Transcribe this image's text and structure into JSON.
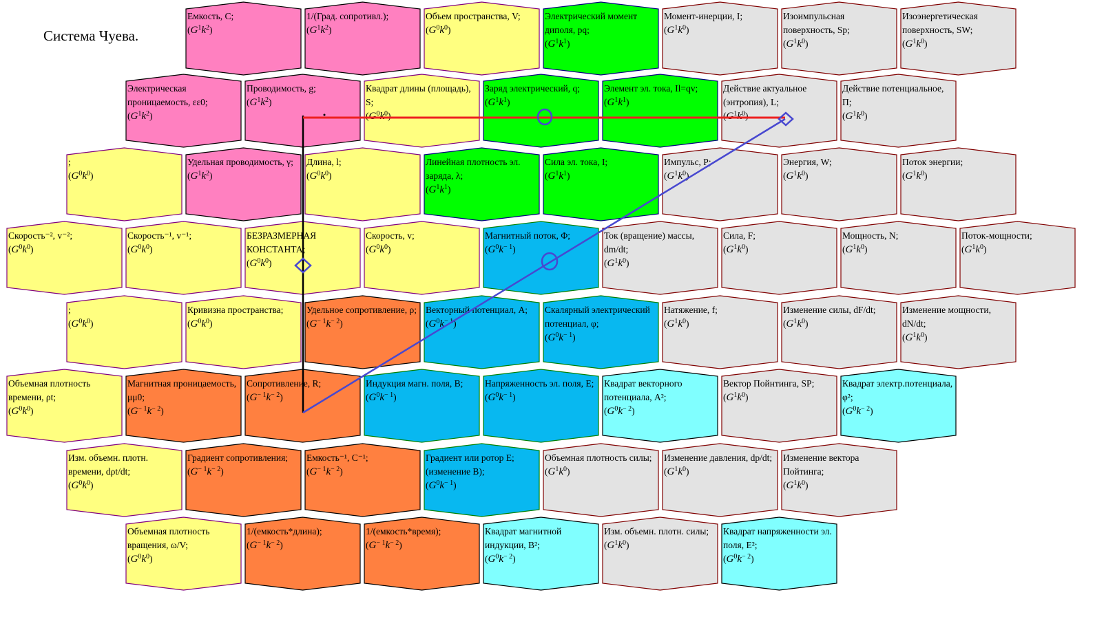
{
  "title": "Система Чуева.",
  "palette": {
    "pink": {
      "fill": "#ff80c0",
      "stroke": "#000000"
    },
    "yellow": {
      "fill": "#ffff80",
      "stroke": "#800080"
    },
    "green": {
      "fill": "#00ff00",
      "stroke": "#000080"
    },
    "gray": {
      "fill": "#e3e3e3",
      "stroke": "#800000"
    },
    "blue": {
      "fill": "#08b8f0",
      "stroke": "#008000"
    },
    "cyan": {
      "fill": "#80ffff",
      "stroke": "#000000"
    },
    "orange": {
      "fill": "#ff8040",
      "stroke": "#000000"
    }
  },
  "rows": [
    [
      {
        "label": "Емкость, C;",
        "G": "1",
        "k": "2",
        "color": "pink"
      },
      {
        "label": "1/(Град. сопротивл.);",
        "G": "1",
        "k": "2",
        "color": "pink"
      },
      {
        "label": "Объем пространства, V;",
        "G": "0",
        "k": "0",
        "color": "yellow"
      },
      {
        "label": "Электрический момент диполя, pq;",
        "G": "1",
        "k": "1",
        "color": "green"
      },
      {
        "label": "Момент-инерции, I;",
        "G": "1",
        "k": "0",
        "color": "gray"
      },
      {
        "label": "Изоимпульсная поверхность, Sp;",
        "G": "1",
        "k": "0",
        "color": "gray"
      },
      {
        "label": "Изоэнергетическая поверхность, SW;",
        "G": "1",
        "k": "0",
        "color": "gray"
      }
    ],
    [
      {
        "label": "Электрическая проницаемость, εε0;",
        "G": "1",
        "k": "2",
        "color": "pink"
      },
      {
        "label": "Проводимость, g;",
        "G": "1",
        "k": "2",
        "color": "pink"
      },
      {
        "label": "Квадрат длины (площадь), S;",
        "G": "0",
        "k": "0",
        "color": "yellow"
      },
      {
        "label": "Заряд электрический, q;",
        "G": "1",
        "k": "1",
        "color": "green"
      },
      {
        "label": "Элемент эл. тока, Il=qv;",
        "G": "1",
        "k": "1",
        "color": "green"
      },
      {
        "label": "Действие актуальное (энтропия), L;",
        "G": "1",
        "k": "0",
        "color": "gray"
      },
      {
        "label": "Действие потенциальное, П;",
        "G": "1",
        "k": "0",
        "color": "gray"
      }
    ],
    [
      {
        "label": ";",
        "G": "0",
        "k": "0",
        "color": "yellow"
      },
      {
        "label": "Удельная проводимость, γ;",
        "G": "1",
        "k": "2",
        "color": "pink"
      },
      {
        "label": "Длина, l;",
        "G": "0",
        "k": "0",
        "color": "yellow"
      },
      {
        "label": "Линейная плотность эл. заряда, λ;",
        "G": "1",
        "k": "1",
        "color": "green"
      },
      {
        "label": "Сила эл. тока, I;",
        "G": "1",
        "k": "1",
        "color": "green"
      },
      {
        "label": "Импульс, P;",
        "G": "1",
        "k": "0",
        "color": "gray"
      },
      {
        "label": "Энергия, W;",
        "G": "1",
        "k": "0",
        "color": "gray"
      },
      {
        "label": "Поток энергии;",
        "G": "1",
        "k": "0",
        "color": "gray"
      }
    ],
    [
      {
        "label": "Скорость⁻², v⁻²;",
        "G": "0",
        "k": "0",
        "color": "yellow"
      },
      {
        "label": "Скорость⁻¹, v⁻¹;",
        "G": "0",
        "k": "0",
        "color": "yellow"
      },
      {
        "label": "БЕЗРАЗМЕРНАЯ КОНСТАНТА;",
        "G": "0",
        "k": "0",
        "color": "yellow"
      },
      {
        "label": "Скорость, v;",
        "G": "0",
        "k": "0",
        "color": "yellow"
      },
      {
        "label": "Магнитный поток, Φ;",
        "G": "0",
        "k": "− 1",
        "color": "blue"
      },
      {
        "label": "Ток (вращение) массы, dm/dt;",
        "G": "1",
        "k": "0",
        "color": "gray"
      },
      {
        "label": "Сила, F;",
        "G": "1",
        "k": "0",
        "color": "gray"
      },
      {
        "label": "Мощность, N;",
        "G": "1",
        "k": "0",
        "color": "gray"
      },
      {
        "label": "Поток-мощности;",
        "G": "1",
        "k": "0",
        "color": "gray"
      }
    ],
    [
      {
        "label": ";",
        "G": "0",
        "k": "0",
        "color": "yellow"
      },
      {
        "label": "Кривизна пространства;",
        "G": "0",
        "k": "0",
        "color": "yellow"
      },
      {
        "label": "Удельное сопротивление, ρ;",
        "G": "− 1",
        "k": "− 2",
        "color": "orange"
      },
      {
        "label": "Векторный потенциал, A;",
        "G": "0",
        "k": "− 1",
        "color": "blue"
      },
      {
        "label": "Скалярный электрический потенциал, φ;",
        "G": "0",
        "k": "− 1",
        "color": "blue"
      },
      {
        "label": "Натяжение, f;",
        "G": "1",
        "k": "0",
        "color": "gray"
      },
      {
        "label": "Изменение силы, dF/dt;",
        "G": "1",
        "k": "0",
        "color": "gray"
      },
      {
        "label": "Изменение мощности, dN/dt;",
        "G": "1",
        "k": "0",
        "color": "gray"
      }
    ],
    [
      {
        "label": "Объемная плотность времени, ρt;",
        "G": "0",
        "k": "0",
        "color": "yellow"
      },
      {
        "label": "Магнитная проницаемость, μμ0;",
        "G": "− 1",
        "k": "− 2",
        "color": "orange"
      },
      {
        "label": "Сопротивление, R;",
        "G": "− 1",
        "k": "− 2",
        "color": "orange"
      },
      {
        "label": "Индукция магн. поля, B;",
        "G": "0",
        "k": "− 1",
        "color": "blue"
      },
      {
        "label": "Напряженность эл. поля, E;",
        "G": "0",
        "k": "− 1",
        "color": "blue"
      },
      {
        "label": "Квадрат векторного потенциала, A²;",
        "G": "0",
        "k": "− 2",
        "color": "cyan"
      },
      {
        "label": "Вектор Пойнтинга, SP;",
        "G": "1",
        "k": "0",
        "color": "gray"
      },
      {
        "label": "Квадрат электр.потенциала, φ²;",
        "G": "0",
        "k": "− 2",
        "color": "cyan"
      }
    ],
    [
      {
        "label": "Изм. объемн. плотн. времени, dρt/dt;",
        "G": "0",
        "k": "0",
        "color": "yellow"
      },
      {
        "label": "Градиент сопротивления;",
        "G": "− 1",
        "k": "− 2",
        "color": "orange"
      },
      {
        "label": "Емкость⁻¹, C⁻¹;",
        "G": "− 1",
        "k": "− 2",
        "color": "orange"
      },
      {
        "label": "Градиент или ротор E; (изменение B);",
        "G": "0",
        "k": "− 1",
        "color": "blue"
      },
      {
        "label": "Объемная плотность силы;",
        "G": "1",
        "k": "0",
        "color": "gray"
      },
      {
        "label": "Изменение давления, dp/dt;",
        "G": "1",
        "k": "0",
        "color": "gray"
      },
      {
        "label": "Изменение вектора Пойтинга;",
        "G": "1",
        "k": "0",
        "color": "gray"
      }
    ],
    [
      {
        "label": "Объемная плотность вращения, ω/V;",
        "G": "0",
        "k": "0",
        "color": "yellow"
      },
      {
        "label": "1/(емкость*длина);",
        "G": "− 1",
        "k": "− 2",
        "color": "orange"
      },
      {
        "label": "1/(емкость*время);",
        "G": "− 1",
        "k": "− 2",
        "color": "orange"
      },
      {
        "label": "Квадрат магнитной индукции, B²;",
        "G": "0",
        "k": "− 2",
        "color": "cyan"
      },
      {
        "label": "Изм. объемн. плотн. силы;",
        "G": "1",
        "k": "0",
        "color": "gray"
      },
      {
        "label": "Квадрат напряженности эл. поля, E²;",
        "G": "0",
        "k": "− 2",
        "color": "cyan"
      }
    ]
  ],
  "overlay_colors": {
    "red_line": "#ee2020",
    "blue_line": "#4848d0",
    "black_line": "#000000"
  }
}
